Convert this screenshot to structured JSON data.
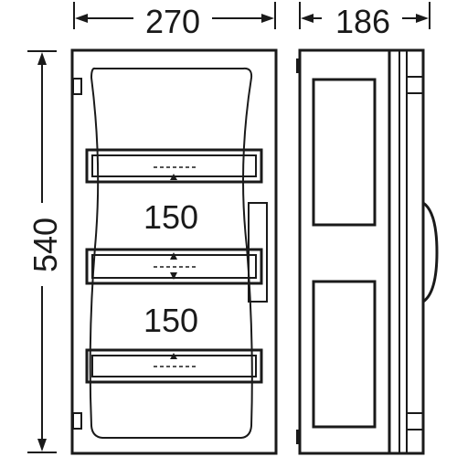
{
  "dimensions": {
    "width": "270",
    "depth": "186",
    "height": "540",
    "spacing_top": "150",
    "spacing_bottom": "150"
  }
}
